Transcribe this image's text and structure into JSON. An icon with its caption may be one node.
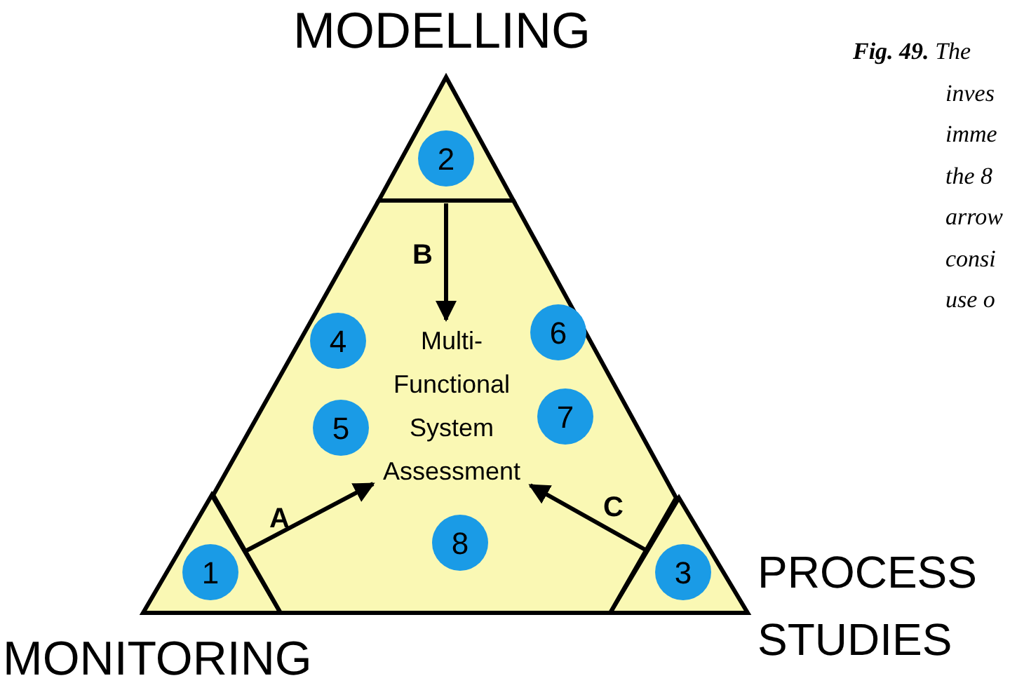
{
  "diagram": {
    "caption": "**Fig. 49.** The inves imme the 8 arrow consi use o",
    "nodes": [
      {
        "text": [],
        "shape": "triangle",
        "beside": [
          "MODELLING"
        ]
      },
      {
        "text": [
          "2"
        ],
        "in": 0
      },
      {
        "text": [],
        "shape": "triangle",
        "beside": [
          "MONITORING"
        ]
      },
      {
        "text": [
          "1"
        ],
        "in": 2
      },
      {
        "text": [],
        "shape": "triangle",
        "beside": [
          "PROCESS STUDIES"
        ]
      },
      {
        "text": [
          "3"
        ],
        "in": 4
      },
      {
        "text": [],
        "shape": "hexagon"
      },
      {
        "text": [
          "Multi-Functional System Assessment"
        ],
        "in": 6
      },
      {
        "text": [
          "4"
        ],
        "in": 6
      },
      {
        "text": [
          "6"
        ],
        "in": 6
      },
      {
        "text": [
          "5"
        ],
        "in": 6
      },
      {
        "text": [
          "7"
        ],
        "in": 6
      },
      {
        "text": [
          "8"
        ],
        "in": 6
      }
    ],
    "edges": [
      {
        "from": 0,
        "to": 7,
        "arrow": "to",
        "label": "B"
      },
      {
        "from": 2,
        "to": 7,
        "arrow": "to",
        "label": "A"
      },
      {
        "from": 4,
        "to": 7,
        "arrow": "to",
        "label": "C"
      }
    ]
  }
}
